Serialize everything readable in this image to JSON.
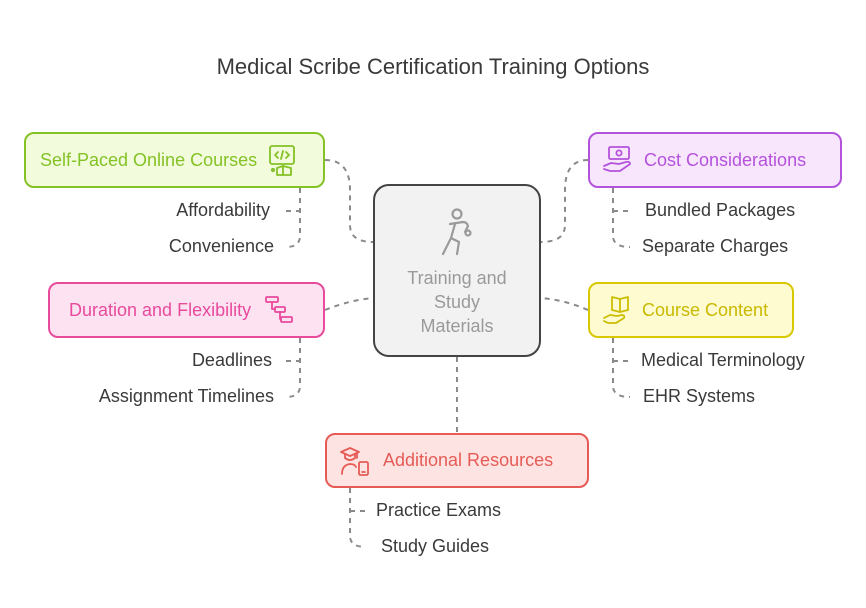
{
  "title": "Medical Scribe Certification Training Options",
  "center": {
    "label": "Training and Study Materials",
    "icon": "person-running-icon"
  },
  "branches": {
    "self_paced": {
      "label": "Self-Paced Online Courses",
      "icon": "code-book-icon",
      "color": "#84c225",
      "items": [
        "Affordability",
        "Convenience"
      ]
    },
    "cost": {
      "label": "Cost Considerations",
      "icon": "money-hand-icon",
      "color": "#b552dc",
      "items": [
        "Bundled Packages",
        "Separate Charges"
      ]
    },
    "duration": {
      "label": "Duration and Flexibility",
      "icon": "timeline-icon",
      "color": "#e84a9c",
      "items": [
        "Deadlines",
        "Assignment Timelines"
      ]
    },
    "content": {
      "label": "Course Content",
      "icon": "open-book-hand-icon",
      "color": "#cbbd00",
      "items": [
        "Medical Terminology",
        "EHR Systems"
      ]
    },
    "additional": {
      "label": "Additional Resources",
      "icon": "student-tablet-icon",
      "color": "#e65b56",
      "items": [
        "Practice Exams",
        "Study Guides"
      ]
    }
  }
}
